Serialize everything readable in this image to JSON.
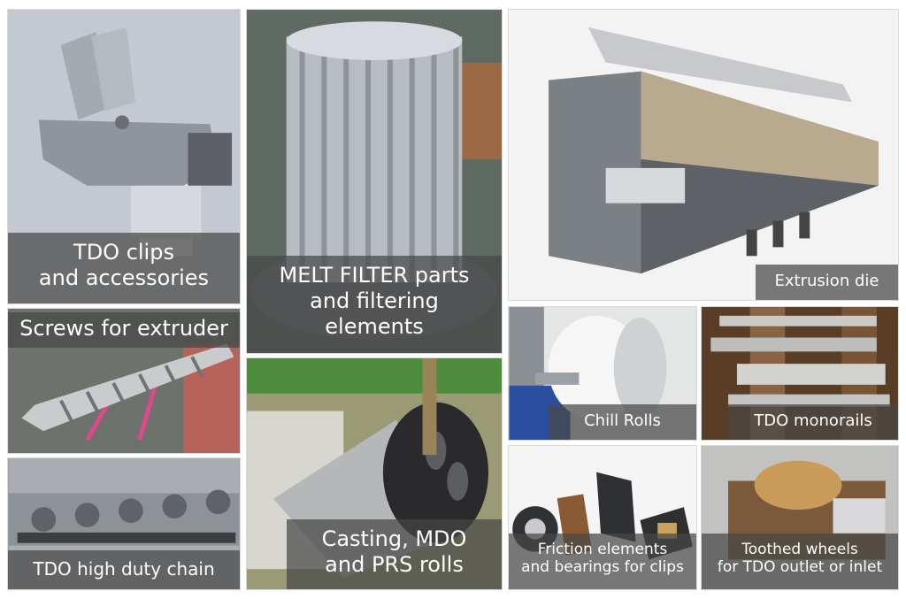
{
  "tiles": {
    "tdo_clips": {
      "line1": "TDO clips",
      "line2": "and accessories"
    },
    "melt_filter": {
      "line1": "MELT FILTER parts",
      "line2": "and filtering",
      "line3": "elements"
    },
    "extrusion_die": {
      "label": "Extrusion die"
    },
    "screws": {
      "label": "Screws for extruder"
    },
    "chill_rolls": {
      "label": "Chill Rolls"
    },
    "tdo_monorails": {
      "label": "TDO monorails"
    },
    "tdo_chain": {
      "label": "TDO high duty chain"
    },
    "casting_rolls": {
      "line1": "Casting, MDO",
      "line2": "and PRS rolls"
    },
    "friction": {
      "line1": "Friction elements",
      "line2": "and bearings for clips"
    },
    "toothed_wheels": {
      "line1": "Toothed wheels",
      "line2": "for TDO outlet or inlet"
    }
  }
}
